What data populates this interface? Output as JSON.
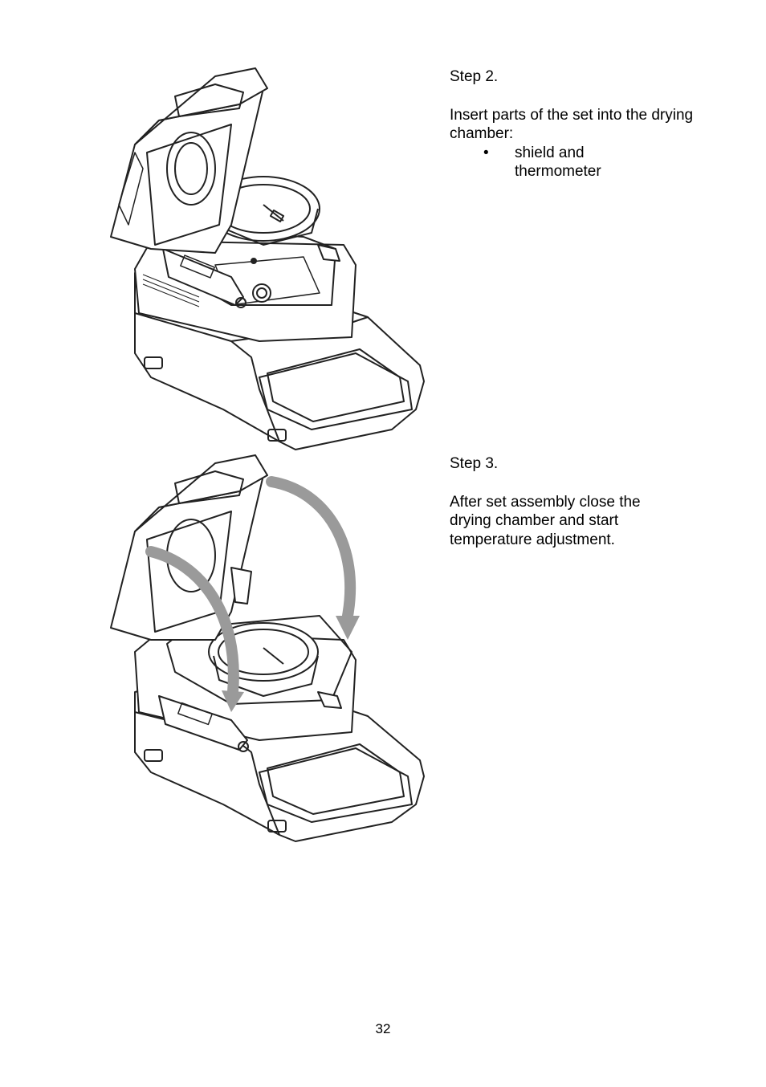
{
  "steps": [
    {
      "title": "Step 2.",
      "text": "Insert parts of the set into the drying chamber:",
      "bullets": [
        "shield and thermometer"
      ]
    },
    {
      "title": "Step 3.",
      "text": "After set assembly close the drying chamber and start temperature adjustment."
    }
  ],
  "page_number": "32",
  "colors": {
    "line": "#222222",
    "arrow": "#9a9a9a"
  }
}
